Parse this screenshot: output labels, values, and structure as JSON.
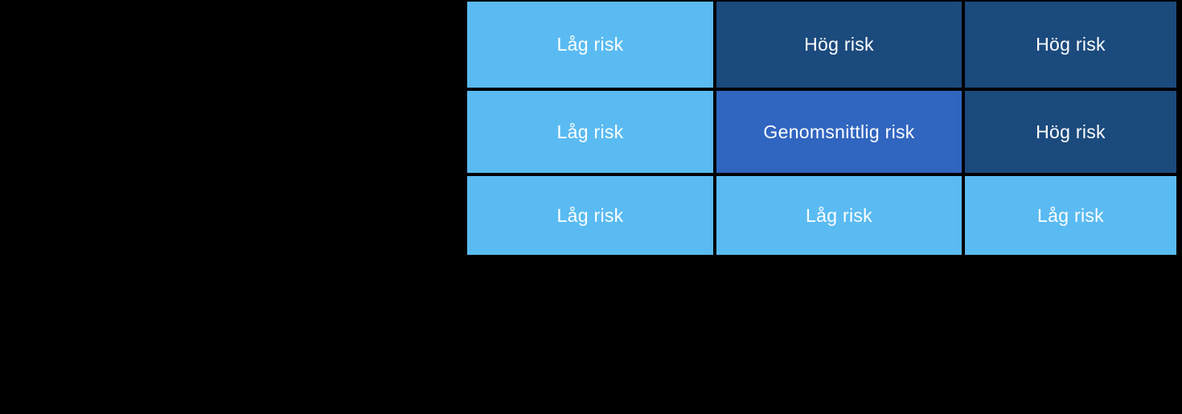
{
  "canvas": {
    "background": "#000000"
  },
  "palette": {
    "low": "#5ABBF2",
    "medium": "#3065C0",
    "high": "#1B4A7D",
    "text": "#FFFFFF",
    "gridline": "#000000"
  },
  "matrix": {
    "rows": [
      [
        {
          "label": "Låg risk",
          "level": "low",
          "color": "#5ABBF2"
        },
        {
          "label": "Hög risk",
          "level": "high",
          "color": "#1B4A7D"
        },
        {
          "label": "Hög risk",
          "level": "high",
          "color": "#1B4A7D"
        }
      ],
      [
        {
          "label": "Låg risk",
          "level": "low",
          "color": "#5ABBF2"
        },
        {
          "label": "Genomsnittlig risk",
          "level": "medium",
          "color": "#3065C0"
        },
        {
          "label": "Hög risk",
          "level": "high",
          "color": "#1B4A7D"
        }
      ],
      [
        {
          "label": "Låg risk",
          "level": "low",
          "color": "#5ABBF2"
        },
        {
          "label": "Låg risk",
          "level": "low",
          "color": "#5ABBF2"
        },
        {
          "label": "Låg risk",
          "level": "low",
          "color": "#5ABBF2"
        }
      ]
    ]
  },
  "chart_data": {
    "type": "heatmap",
    "title": "",
    "rows": 3,
    "cols": 3,
    "cell_labels": [
      [
        "Låg risk",
        "Hög risk",
        "Hög risk"
      ],
      [
        "Låg risk",
        "Genomsnittlig risk",
        "Hög risk"
      ],
      [
        "Låg risk",
        "Låg risk",
        "Låg risk"
      ]
    ],
    "cell_levels": [
      [
        "low",
        "high",
        "high"
      ],
      [
        "low",
        "medium",
        "high"
      ],
      [
        "low",
        "low",
        "low"
      ]
    ],
    "level_colors": {
      "low": "#5ABBF2",
      "medium": "#3065C0",
      "high": "#1B4A7D"
    },
    "grid": "on",
    "legend": "none",
    "axis_labels": "none visible"
  }
}
